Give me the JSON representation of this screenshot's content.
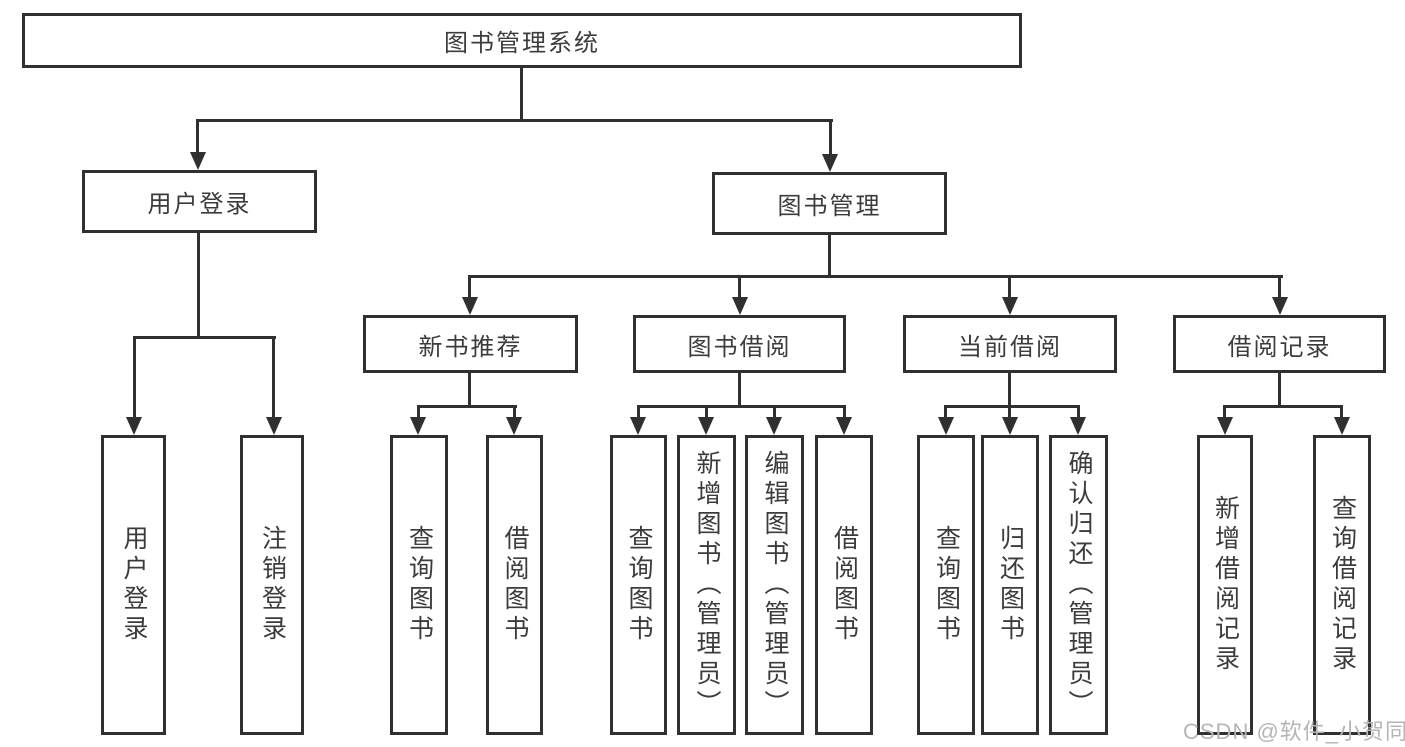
{
  "diagram": {
    "root": {
      "label": "图书管理系统"
    },
    "level2": [
      {
        "label": "用户登录"
      },
      {
        "label": "图书管理"
      }
    ],
    "level3": [
      {
        "label": "新书推荐"
      },
      {
        "label": "图书借阅"
      },
      {
        "label": "当前借阅"
      },
      {
        "label": "借阅记录"
      }
    ],
    "leaves": {
      "user": [
        "用户登录",
        "注销登录"
      ],
      "recommend": [
        "查询图书",
        "借阅图书"
      ],
      "borrow": [
        "查询图书",
        "新增图书（管理员）",
        "编辑图书（管理员）",
        "借阅图书"
      ],
      "current": [
        "查询图书",
        "归还图书",
        "确认归还（管理员）"
      ],
      "records": [
        "新增借阅记录",
        "查询借阅记录"
      ]
    }
  },
  "watermark": "CSDN @软件_小贺同学",
  "colors": {
    "line": "#303030",
    "text": "#3c3c3c",
    "watermark": "#b5b5b5",
    "background": "#ffffff"
  }
}
